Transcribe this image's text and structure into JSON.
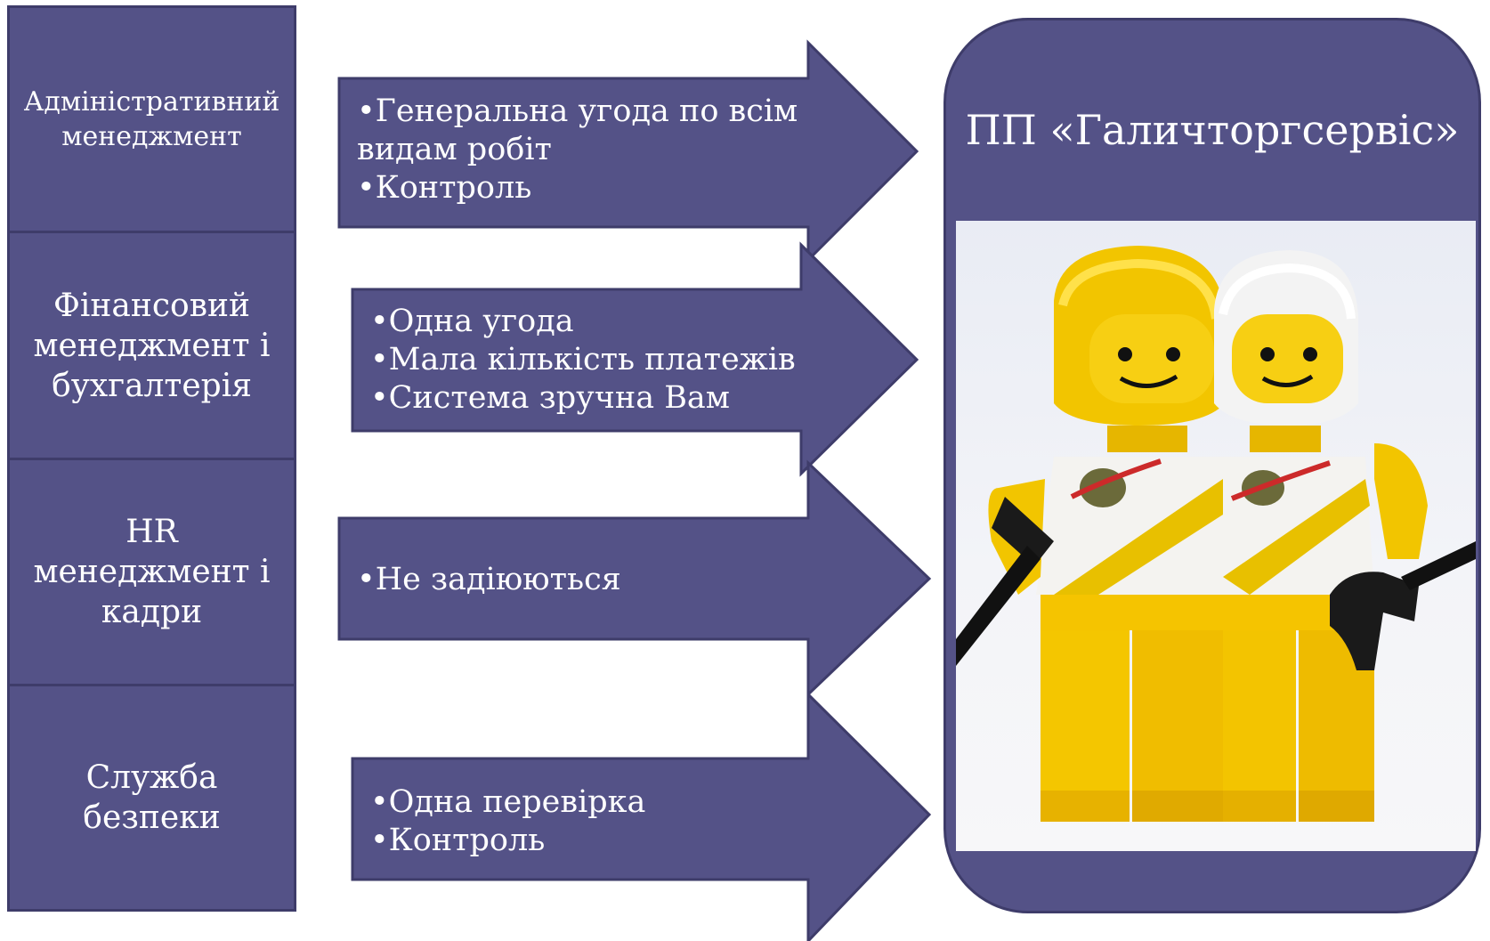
{
  "departments": [
    {
      "label": "Адміністративний\nменеджмент"
    },
    {
      "label": "Фінансовий\nменеджмент і\nбухгалтерія"
    },
    {
      "label": "HR менеджмент і\nкадри"
    },
    {
      "label": "Служба безпеки"
    }
  ],
  "arrows": [
    {
      "lines": [
        "•Генеральна угода по всім",
        "видам робіт",
        "•Контроль"
      ]
    },
    {
      "lines": [
        "•Одна угода",
        "•Мала кількість платежів",
        "•Система зручна Вам"
      ]
    },
    {
      "lines": [
        "•Не задіюються"
      ]
    },
    {
      "lines": [
        "•Одна перевірка",
        "•Контроль"
      ]
    }
  ],
  "company": {
    "title": "ПП «Галичторгсервіс»",
    "image": "lego-astronaut-minifigures-photo"
  },
  "colors": {
    "shape_fill": "#545287",
    "shape_border": "#3e3c6a",
    "text": "#ffffff"
  }
}
